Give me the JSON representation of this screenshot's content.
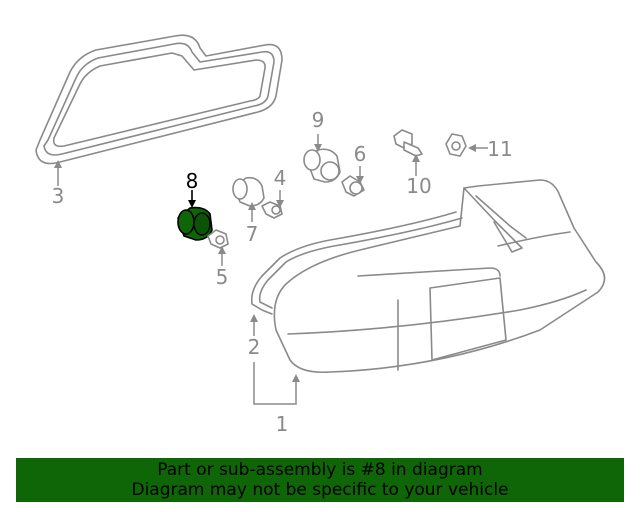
{
  "diagram": {
    "callouts": [
      "1",
      "2",
      "3",
      "4",
      "5",
      "6",
      "7",
      "8",
      "9",
      "10",
      "11"
    ],
    "highlighted_part": "8",
    "colors": {
      "line": "#8a8a8a",
      "highlight": "#0e6606",
      "highlight_text": "#000000"
    }
  },
  "banner": {
    "line1": "Part or sub-assembly is #8 in diagram",
    "line2": "Diagram may not be specific to your vehicle",
    "background": "#0e6606"
  }
}
